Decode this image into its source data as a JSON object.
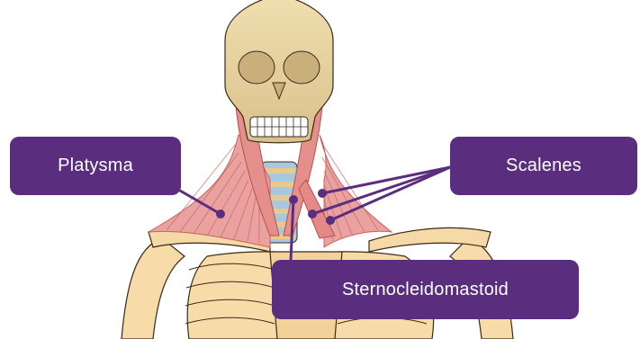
{
  "labels": {
    "platysma": "Platysma",
    "scalenes": "Scalenes",
    "sternocleidomastoid": "Sternocleidomastoid"
  },
  "colors": {
    "label_bg": "#5b2d7f",
    "label_text": "#ffffff",
    "bone": "#f5d9a6",
    "bone_outline": "#3a2a1a",
    "skull": "#e8d3a0",
    "muscle": "#e9a2a0",
    "muscle_line": "#c9615e",
    "cartilage": "#a8c8e0"
  }
}
